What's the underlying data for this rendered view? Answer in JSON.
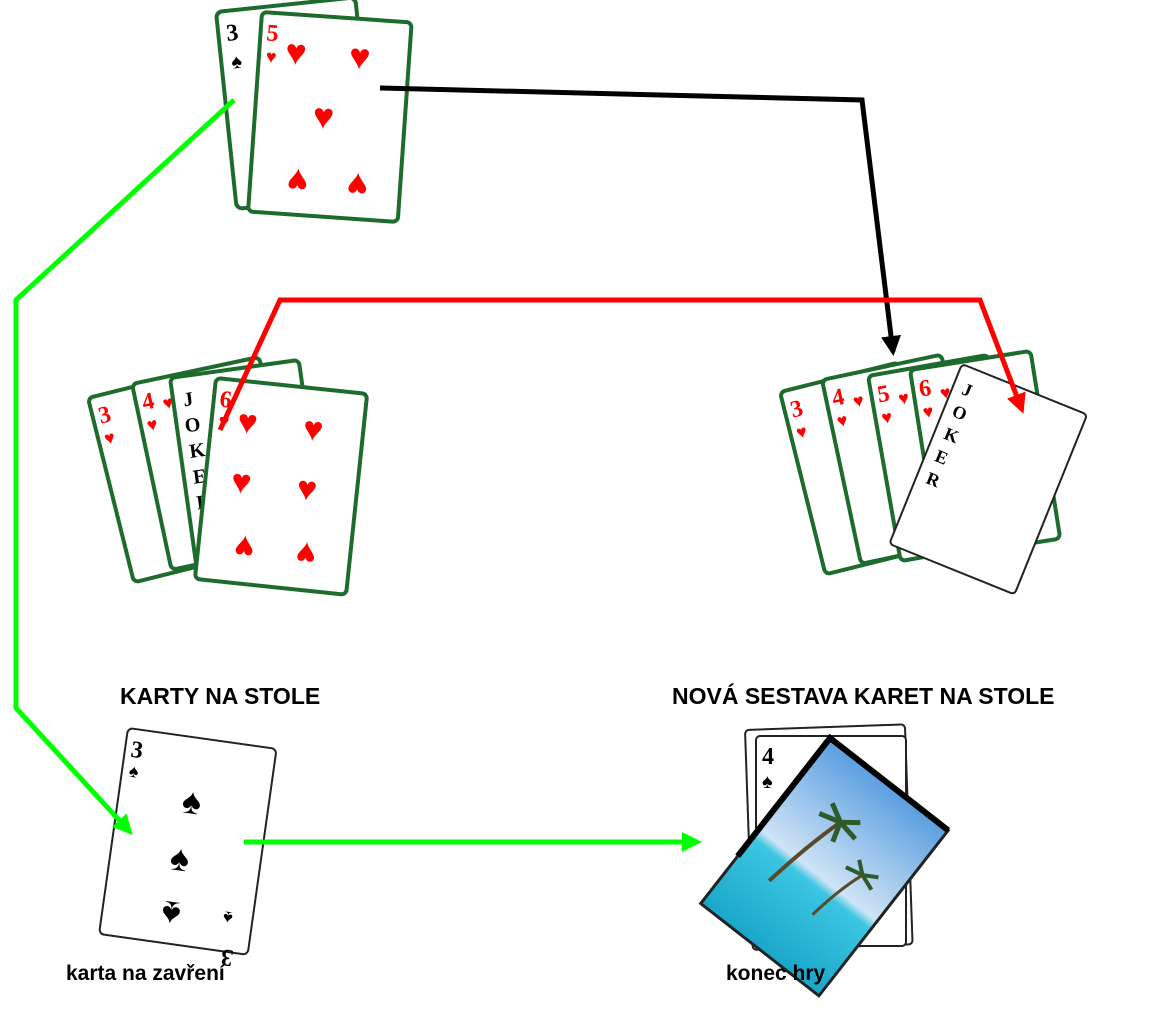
{
  "labels": {
    "table_cards": "KARTY NA STOLE",
    "new_set": "NOVÁ SESTAVA KARET NA STOLE",
    "closing_card": "karta na zavření",
    "game_end": "konec hry"
  },
  "cards": {
    "three": "3",
    "four": "4",
    "five": "5",
    "six": "6",
    "joker": "JOKER"
  },
  "colors": {
    "red_suit": "#ff0000",
    "black_suit": "#000000",
    "card_border": "#1e6b2e",
    "arrow_green": "#00ff00",
    "arrow_black": "#000000",
    "arrow_red": "#ff0000",
    "sky": "#7fb4e8",
    "sea": "#1bb6d6"
  },
  "icons": {
    "hearts": "heart-suit-icon",
    "spades": "spade-suit-icon"
  }
}
